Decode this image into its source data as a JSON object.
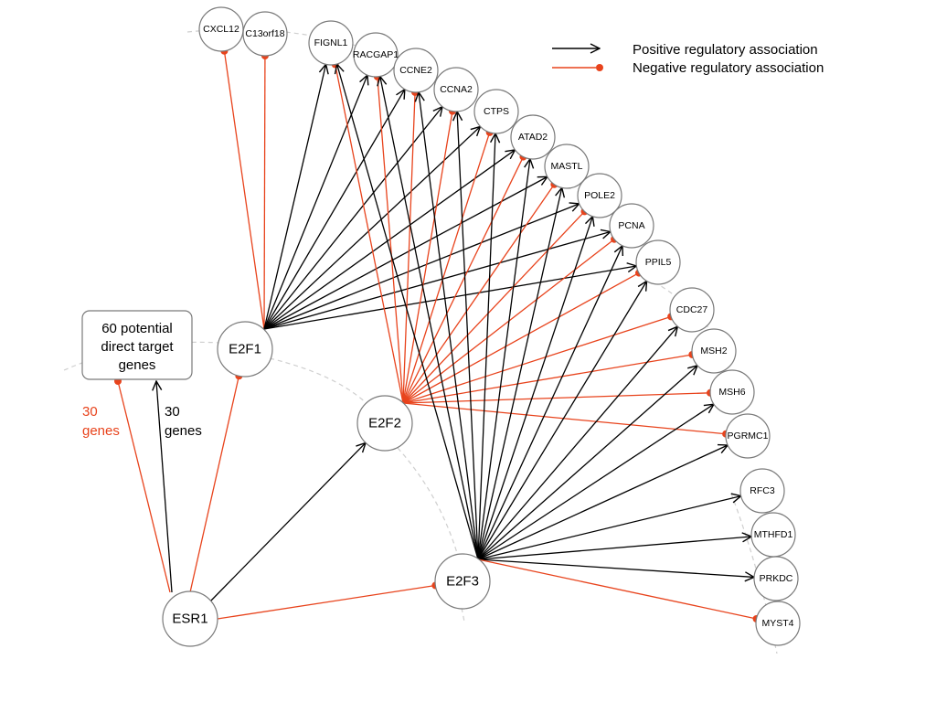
{
  "colors": {
    "positive": "#000000",
    "negative": "#e8431c"
  },
  "legend": {
    "positive_label": "Positive regulatory association",
    "negative_label": "Negative regulatory association"
  },
  "box": {
    "lines": [
      "60 potential",
      "direct target",
      "genes"
    ]
  },
  "notes": {
    "negative": [
      "30",
      "genes"
    ],
    "positive": [
      "30",
      "genes"
    ]
  },
  "tfs": [
    "ESR1",
    "E2F1",
    "E2F2",
    "E2F3"
  ],
  "genes": [
    "CXCL12",
    "C13orf18",
    "FIGNL1",
    "RACGAP1",
    "CCNE2",
    "CCNA2",
    "CTPS",
    "ATAD2",
    "MASTL",
    "POLE2",
    "PCNA",
    "PPIL5",
    "CDC27",
    "MSH2",
    "MSH6",
    "PGRMC1",
    "RFC3",
    "MTHFD1",
    "PRKDC",
    "MYST4"
  ],
  "edges": [
    {
      "from": "ESR1",
      "to": "box",
      "type": "positive"
    },
    {
      "from": "ESR1",
      "to": "box",
      "type": "negative"
    },
    {
      "from": "ESR1",
      "to": "E2F1",
      "type": "negative"
    },
    {
      "from": "ESR1",
      "to": "E2F2",
      "type": "positive"
    },
    {
      "from": "ESR1",
      "to": "E2F3",
      "type": "negative"
    },
    {
      "from": "E2F1",
      "to": "CXCL12",
      "type": "negative"
    },
    {
      "from": "E2F1",
      "to": "C13orf18",
      "type": "negative"
    },
    {
      "from": "E2F1",
      "to": "FIGNL1",
      "type": "positive"
    },
    {
      "from": "E2F1",
      "to": "RACGAP1",
      "type": "positive"
    },
    {
      "from": "E2F1",
      "to": "CCNE2",
      "type": "positive"
    },
    {
      "from": "E2F1",
      "to": "CCNA2",
      "type": "positive"
    },
    {
      "from": "E2F1",
      "to": "CTPS",
      "type": "positive"
    },
    {
      "from": "E2F1",
      "to": "ATAD2",
      "type": "positive"
    },
    {
      "from": "E2F1",
      "to": "MASTL",
      "type": "positive"
    },
    {
      "from": "E2F1",
      "to": "POLE2",
      "type": "positive"
    },
    {
      "from": "E2F1",
      "to": "PCNA",
      "type": "positive"
    },
    {
      "from": "E2F1",
      "to": "PPIL5",
      "type": "positive"
    },
    {
      "from": "E2F2",
      "to": "FIGNL1",
      "type": "negative"
    },
    {
      "from": "E2F2",
      "to": "RACGAP1",
      "type": "negative"
    },
    {
      "from": "E2F2",
      "to": "CCNE2",
      "type": "negative"
    },
    {
      "from": "E2F2",
      "to": "CCNA2",
      "type": "negative"
    },
    {
      "from": "E2F2",
      "to": "CTPS",
      "type": "negative"
    },
    {
      "from": "E2F2",
      "to": "ATAD2",
      "type": "negative"
    },
    {
      "from": "E2F2",
      "to": "MASTL",
      "type": "negative"
    },
    {
      "from": "E2F2",
      "to": "POLE2",
      "type": "negative"
    },
    {
      "from": "E2F2",
      "to": "PCNA",
      "type": "negative"
    },
    {
      "from": "E2F2",
      "to": "PPIL5",
      "type": "negative"
    },
    {
      "from": "E2F2",
      "to": "CDC27",
      "type": "negative"
    },
    {
      "from": "E2F2",
      "to": "MSH2",
      "type": "negative"
    },
    {
      "from": "E2F2",
      "to": "MSH6",
      "type": "negative"
    },
    {
      "from": "E2F2",
      "to": "PGRMC1",
      "type": "negative"
    },
    {
      "from": "E2F3",
      "to": "FIGNL1",
      "type": "positive"
    },
    {
      "from": "E2F3",
      "to": "RACGAP1",
      "type": "positive"
    },
    {
      "from": "E2F3",
      "to": "CCNE2",
      "type": "positive"
    },
    {
      "from": "E2F3",
      "to": "CCNA2",
      "type": "positive"
    },
    {
      "from": "E2F3",
      "to": "CTPS",
      "type": "positive"
    },
    {
      "from": "E2F3",
      "to": "ATAD2",
      "type": "positive"
    },
    {
      "from": "E2F3",
      "to": "MASTL",
      "type": "positive"
    },
    {
      "from": "E2F3",
      "to": "POLE2",
      "type": "positive"
    },
    {
      "from": "E2F3",
      "to": "PCNA",
      "type": "positive"
    },
    {
      "from": "E2F3",
      "to": "PPIL5",
      "type": "positive"
    },
    {
      "from": "E2F3",
      "to": "CDC27",
      "type": "positive"
    },
    {
      "from": "E2F3",
      "to": "MSH2",
      "type": "positive"
    },
    {
      "from": "E2F3",
      "to": "MSH6",
      "type": "positive"
    },
    {
      "from": "E2F3",
      "to": "PGRMC1",
      "type": "positive"
    },
    {
      "from": "E2F3",
      "to": "RFC3",
      "type": "positive"
    },
    {
      "from": "E2F3",
      "to": "MTHFD1",
      "type": "positive"
    },
    {
      "from": "E2F3",
      "to": "PRKDC",
      "type": "positive"
    },
    {
      "from": "E2F3",
      "to": "MYST4",
      "type": "negative"
    }
  ]
}
